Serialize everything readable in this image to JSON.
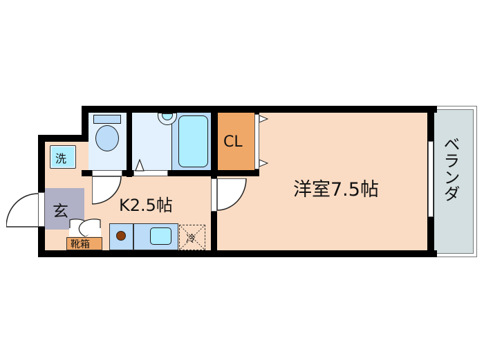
{
  "floor_plan": {
    "rooms": {
      "western_room": {
        "label": "洋室7.5帖"
      },
      "kitchen": {
        "label": "K2.5帖"
      },
      "closet": {
        "label": "CL"
      },
      "entrance": {
        "label": "玄"
      },
      "washer": {
        "label": "洗"
      },
      "shoe_box": {
        "label": "靴箱"
      },
      "fridge": {
        "label": "冷"
      },
      "balcony": {
        "label": "ベランダ"
      }
    },
    "colors": {
      "room_fill": "#fadcc4",
      "closet_fill": "#f0a868",
      "entrance_fill": "#b0b0c6",
      "bath_fill": "#e2f1fd",
      "fixture_fill": "#bcdcf8",
      "tub_fill": "#aeeefe",
      "balcony_fill": "#d3dfe0",
      "wall": "#000000"
    }
  }
}
